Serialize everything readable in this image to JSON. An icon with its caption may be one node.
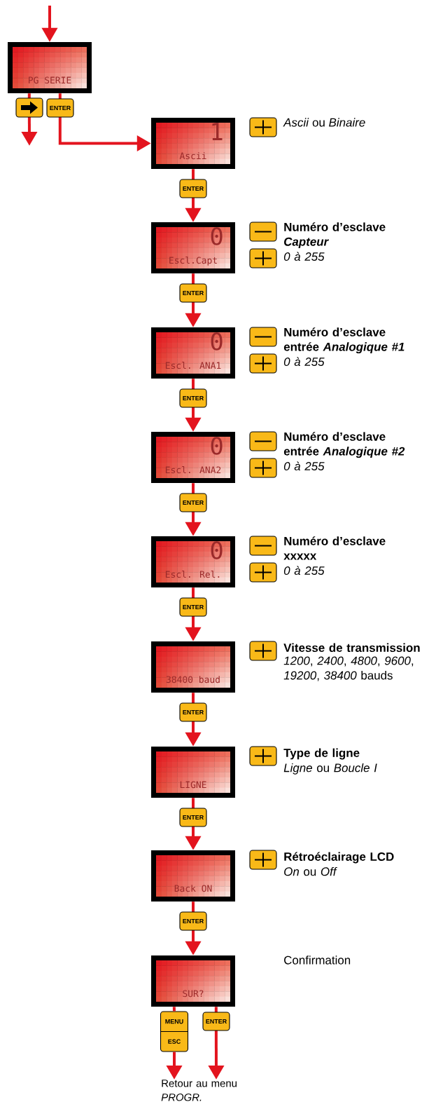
{
  "diagram": {
    "nodes": [
      {
        "text": [
          "PG SERIE"
        ]
      },
      {
        "text": [
          "1",
          "Ascii"
        ]
      },
      {
        "text": [
          "0",
          "Escl.Capt"
        ],
        "beside": [
          "Numéro d’esclave *Capteur*",
          "*0 à 255*"
        ]
      },
      {
        "text": [
          "0",
          "Escl. ANA1"
        ],
        "beside": [
          "Numéro d’esclave entrée *Analogique #1*",
          "*0 à 255*"
        ]
      },
      {
        "text": [
          "0",
          "Escl. ANA2"
        ],
        "beside": [
          "Numéro d’esclave entrée *Analogique #2*",
          "*0 à 255*"
        ]
      },
      {
        "text": [
          "0",
          "Escl. Rel."
        ],
        "beside": [
          "Numéro d’esclave xxxxx",
          "*0 à 255*"
        ]
      },
      {
        "text": [
          "38400 baud"
        ],
        "beside": [
          "Vitesse de transmission",
          "*1200*, *2400*, *4800*, *9600*, *19200*, *38400* bauds"
        ]
      },
      {
        "text": [
          "LIGNE"
        ],
        "beside": [
          "Type de ligne",
          "*Ligne* ou *Boucle I*"
        ]
      },
      {
        "text": [
          "Back ON"
        ],
        "beside": [
          "Rétroéclairage LCD",
          "*On* ou *Off*"
        ]
      },
      {
        "text": [
          "SUR?"
        ]
      },
      {
        "text": [
          "MENU",
          "ESC"
        ]
      },
      {
        "text": [
          "Retour au menu *PROGR.*"
        ]
      }
    ],
    "edges": [
      {
        "from": null,
        "to": 0,
        "arrow": "to"
      },
      {
        "from": 0,
        "to": null,
        "arrow": "to"
      },
      {
        "from": 0,
        "to": 1,
        "arrow": "to",
        "label": "ENTER"
      },
      {
        "from": 1,
        "to": 2,
        "arrow": "to",
        "label": "ENTER"
      },
      {
        "from": 2,
        "to": 3,
        "arrow": "to",
        "label": "ENTER"
      },
      {
        "from": 3,
        "to": 4,
        "arrow": "to",
        "label": "ENTER"
      },
      {
        "from": 4,
        "to": 5,
        "arrow": "to",
        "label": "ENTER"
      },
      {
        "from": 5,
        "to": 6,
        "arrow": "to",
        "label": "ENTER"
      },
      {
        "from": 6,
        "to": 7,
        "arrow": "to",
        "label": "ENTER"
      },
      {
        "from": 7,
        "to": 8,
        "arrow": "to",
        "label": "ENTER"
      },
      {
        "from": 8,
        "to": 9,
        "arrow": "to",
        "label": "ENTER"
      },
      {
        "from": 9,
        "to": 10,
        "arrow": "none"
      },
      {
        "from": 10,
        "to": 11,
        "arrow": "to"
      },
      {
        "from": 9,
        "to": 11,
        "arrow": "to",
        "label": "ENTER"
      }
    ],
    "labels": [
      "*Ascii* ou *Binaire*",
      "Confirmation"
    ]
  }
}
